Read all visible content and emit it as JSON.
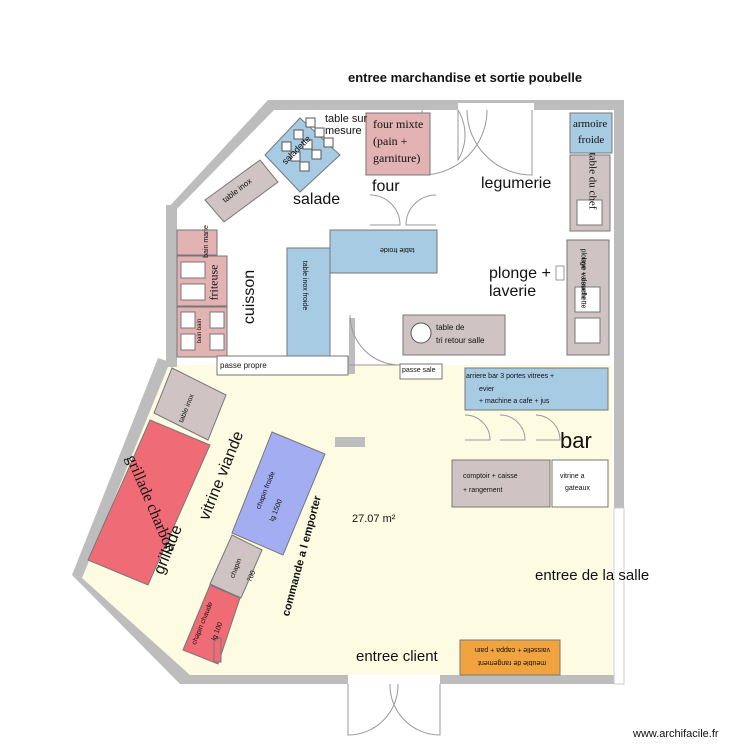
{
  "title": "entree marchandise et sortie poubelle",
  "rooms": {
    "salade": "salade",
    "four": "four",
    "legumerie": "legumerie",
    "plonge": "plonge +",
    "laverie": "laverie",
    "cuisson": "cuisson",
    "bar": "bar",
    "grillade": "grillade",
    "vitrine_viande": "vitrine viande",
    "entree_salle": "entree de la salle",
    "entree_client": "entree client",
    "commande": "commande a l emporter"
  },
  "area": "27.07 m²",
  "furniture": {
    "table_sur_mesure": "table sur mesure",
    "saladette": "saladette",
    "table_inox": "table inox",
    "four_mixte_1": "four mixte",
    "four_mixte_2": "(pain +",
    "four_mixte_3": "garniture)",
    "armoire_1": "armoire",
    "armoire_2": "froide",
    "table_chef": "table du chef",
    "bain_marie": "bain marie",
    "friteuse": "friteuse",
    "bain_bain": "bain bain",
    "table_froide": "table froide",
    "table_inox_froide": "table inox froide",
    "plonge_box_1": "plonge + douchette",
    "plonge_box_2": "lave vaisselle",
    "tri_1": "table de",
    "tri_2": "tri retour salle",
    "passe_propre": "passe propre",
    "passe_sale": "passe sale",
    "arriere_bar_1": "arriere bar 3 portes vitrees +",
    "arriere_bar_2": "evier",
    "arriere_bar_3": "+ machine a cafe + jus",
    "comptoir_1": "comptoir + caisse",
    "comptoir_2": "+ rangement",
    "vitrine_gateaux_1": "vitrine a",
    "vitrine_gateaux_2": "gateaux",
    "table_inox_2": "table inox",
    "grillade_charbon": "grillade charbon",
    "chapin_froide_1": "chapin froide",
    "chapin_froide_2": "lg 1500",
    "chapin_chaude_1": "chapin",
    "chapin_chaude_2": "700",
    "chapin_chaude2_1": "chapin chaude",
    "chapin_chaude2_2": "lg 100",
    "meuble_1": "meuble de rangement",
    "meuble_2": "vaisselle + cappa + pain"
  },
  "watermark": "www.archifacile.fr",
  "colors": {
    "wall": "#bdbdbd",
    "floor": "#fdfbe1",
    "pink": "#e3b2b2",
    "blue": "#a6cbe3",
    "taupe": "#cfc3c3",
    "red": "#ef6b75",
    "lavender": "#a3aef2",
    "orange": "#f0a33f"
  }
}
